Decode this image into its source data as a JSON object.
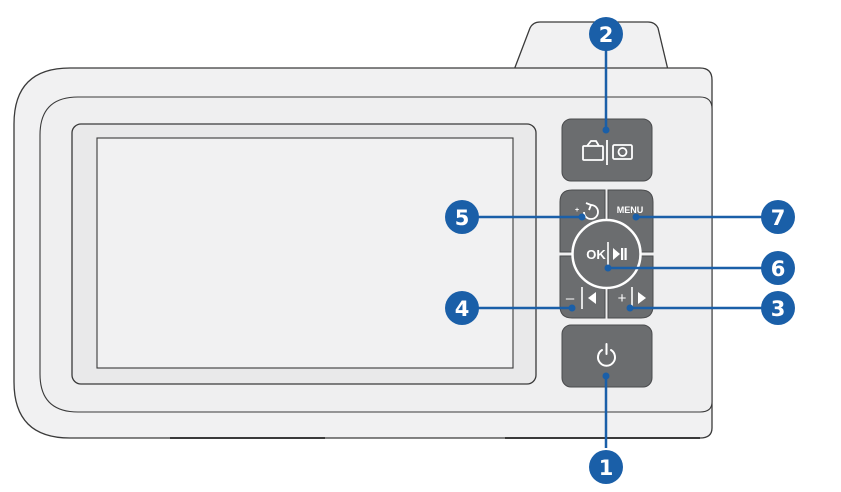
{
  "device": {
    "buttons": {
      "mode": {
        "icons": [
          "video-camera-icon",
          "photo-camera-icon"
        ]
      },
      "rotate": {
        "icon": "rotate-icon"
      },
      "menu": {
        "label": "MENU"
      },
      "ok": {
        "label": "OK",
        "icon": "play-pause-icon"
      },
      "minus": {
        "label": "–",
        "icon": "left-arrow-icon"
      },
      "plus": {
        "label": "+",
        "icon": "right-arrow-icon"
      },
      "power": {
        "icon": "power-icon"
      }
    }
  },
  "callouts": [
    {
      "number": "1",
      "target": "power-button"
    },
    {
      "number": "2",
      "target": "mode-button"
    },
    {
      "number": "3",
      "target": "plus-button"
    },
    {
      "number": "4",
      "target": "minus-button"
    },
    {
      "number": "5",
      "target": "rotate-button"
    },
    {
      "number": "6",
      "target": "ok-button"
    },
    {
      "number": "7",
      "target": "menu-button"
    }
  ],
  "colors": {
    "callout_fill": "#1a5fa8",
    "leader_line": "#1a5fa8",
    "button_fill": "#6b6d6f",
    "body_fill": "#f1f1f2",
    "body_stroke": "#3a3a3a"
  }
}
